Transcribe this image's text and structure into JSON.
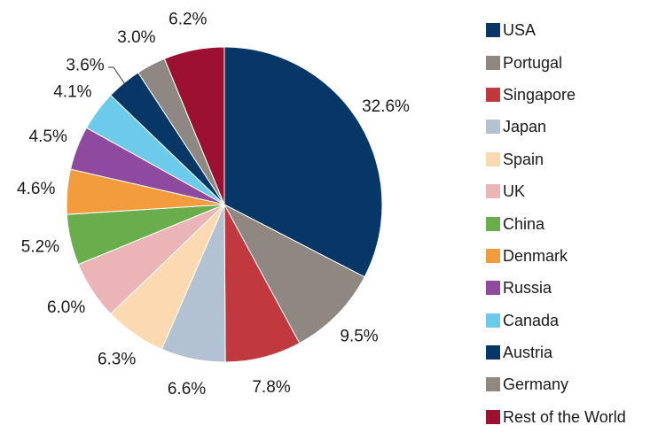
{
  "chart_data": {
    "type": "pie",
    "title": "",
    "categories": [
      "USA",
      "Portugal",
      "Singapore",
      "Japan",
      "Spain",
      "UK",
      "China",
      "Denmark",
      "Russia",
      "Canada",
      "Austria",
      "Germany",
      "Rest of the World"
    ],
    "values": [
      32.6,
      9.5,
      7.8,
      6.6,
      6.3,
      6.0,
      5.2,
      4.6,
      4.5,
      4.1,
      3.6,
      3.0,
      6.2
    ],
    "value_labels": [
      "32.6%",
      "9.5%",
      "7.8%",
      "6.6%",
      "6.3%",
      "6.0%",
      "5.2%",
      "4.6%",
      "4.5%",
      "4.1%",
      "3.6%",
      "3.0%",
      "6.2%"
    ],
    "colors": [
      "#063766",
      "#8e8782",
      "#c0393e",
      "#b3c2d3",
      "#fcd9b1",
      "#ebb5b7",
      "#6aad4d",
      "#f29c3e",
      "#8e4a9e",
      "#6ccbeb",
      "#063766",
      "#8e8782",
      "#9c1032"
    ],
    "start": "12 o'clock",
    "direction": "clockwise",
    "legend_position": "right"
  }
}
